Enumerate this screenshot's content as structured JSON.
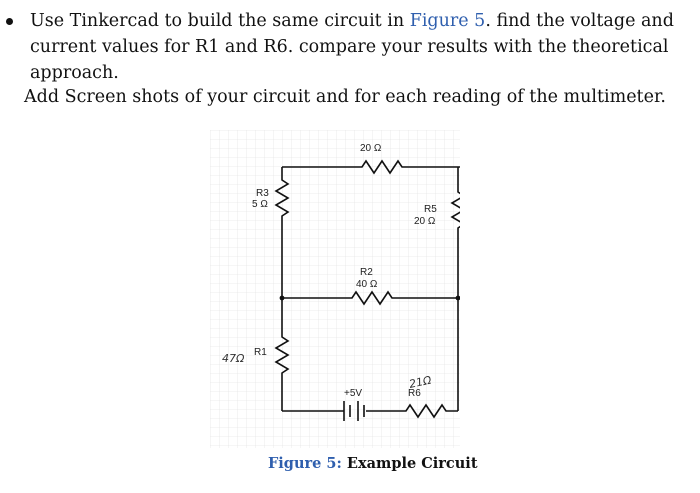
{
  "instructions": {
    "part1": "Use Tinkercad to build the same circuit in ",
    "figure_ref": "Figure 5",
    "part2": ". find the voltage and current values for R1 and R6. compare your results with the theoretical approach.",
    "note": "Add Screen shots of your circuit and for each reading of the multimeter."
  },
  "circuit": {
    "r_top_value": "20 Ω",
    "r3_label": "R3",
    "r3_value": "5 Ω",
    "r5_label": "R5",
    "r5_value": "20 Ω",
    "r2_label": "R2",
    "r2_value": "40 Ω",
    "r1_label": "R1",
    "r1_handwritten_value": "47Ω",
    "source_label": "+5V",
    "r6_label": "R6",
    "r6_handwritten_value": "21Ω"
  },
  "caption": {
    "prefix": "Figure 5:",
    "text": " Example Circuit"
  },
  "colors": {
    "link_blue": "#2f5fae",
    "grid": "#e3e3e3",
    "wire": "#111111"
  }
}
